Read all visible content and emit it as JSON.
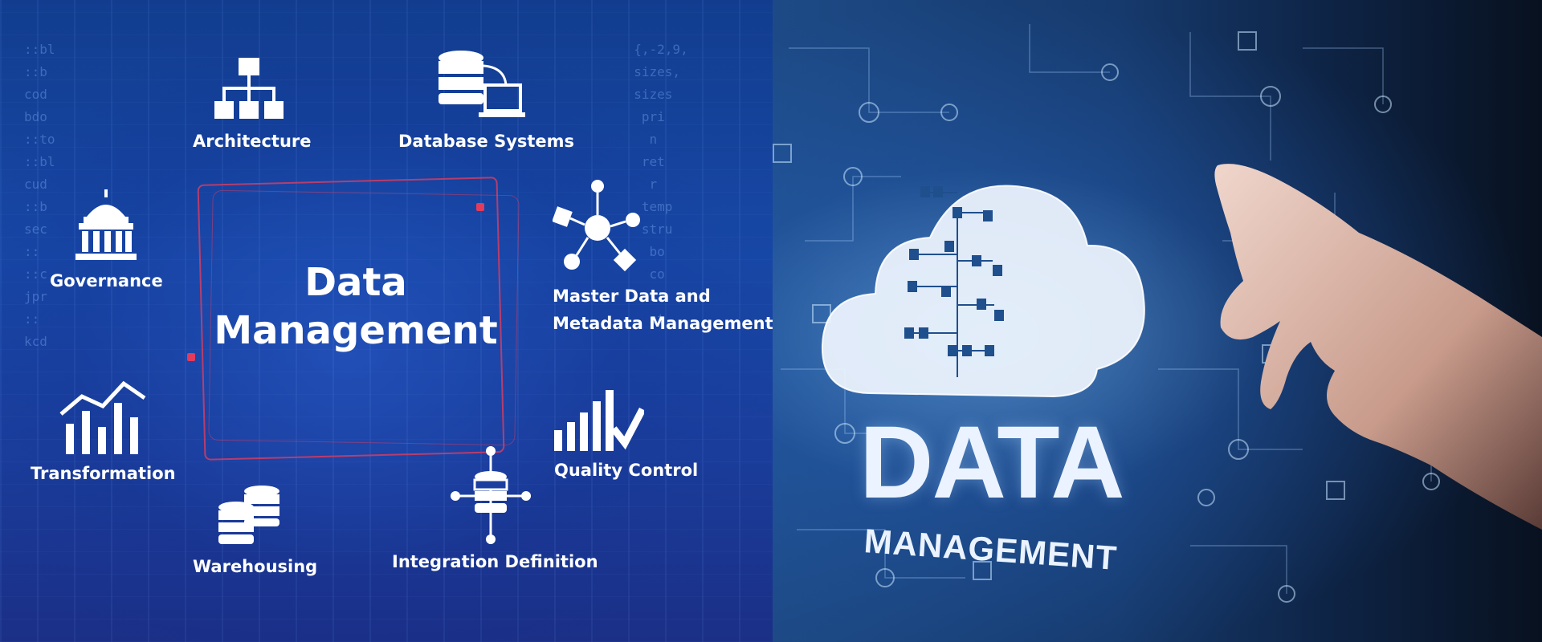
{
  "center_title_line1": "Data",
  "center_title_line2": "Management",
  "items": {
    "architecture": "Architecture",
    "database_systems": "Database Systems",
    "governance": "Governance",
    "master_data_line1": "Master Data and",
    "master_data_line2": "Metadata Management",
    "transformation": "Transformation",
    "quality_control": "Quality Control",
    "warehousing": "Warehousing",
    "integration_definition": "Integration Definition"
  },
  "right_title_big": "DATA",
  "right_title_small": "MANAGEMENT",
  "colors": {
    "left_bg": "#1747a6",
    "frame_accent": "#e23b5c",
    "right_bg": "#163a6d",
    "icon_white": "#ffffff"
  },
  "icons": [
    "org-chart-icon",
    "database-laptop-icon",
    "capitol-building-icon",
    "network-hub-icon",
    "rising-bars-icon",
    "bars-checkmark-icon",
    "stacked-databases-icon",
    "database-arrows-icon",
    "cloud-tree-icon",
    "pointing-hand"
  ]
}
